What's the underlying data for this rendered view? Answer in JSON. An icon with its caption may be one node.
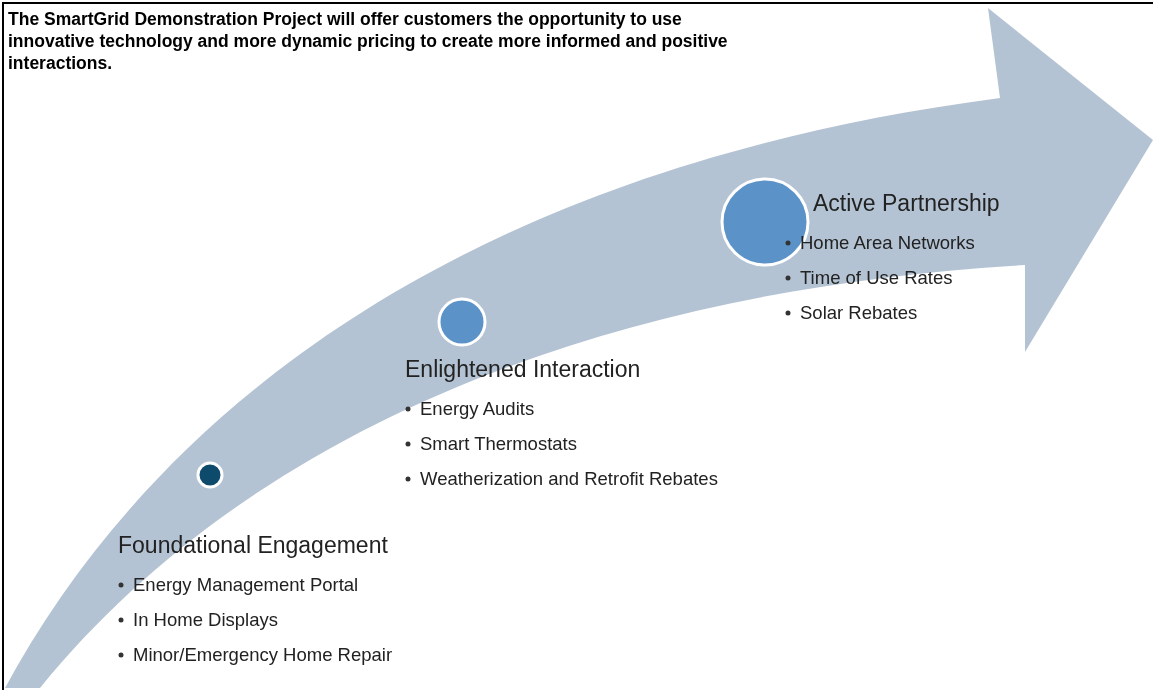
{
  "diagram": {
    "title": "The SmartGrid Demonstration Project will offer customers the opportunity to use innovative technology and more dynamic pricing to create more informed and positive interactions.",
    "nodes": [
      {
        "text": [],
        "shape": "circle"
      },
      {
        "text": [
          "Foundational Engagement",
          "Energy Management Portal",
          "In Home Displays",
          "Minor/Emergency Home Repair"
        ]
      },
      {
        "text": [],
        "shape": "circle"
      },
      {
        "text": [
          "Enlightened Interaction",
          "Energy Audits",
          "Smart Thermostats",
          "Weatherization and Retrofit Rebates"
        ]
      },
      {
        "text": [],
        "shape": "circle"
      },
      {
        "text": [
          "Active Partnership",
          "Home Area Networks",
          "Time of Use Rates",
          "Solar Rebates"
        ]
      }
    ]
  }
}
